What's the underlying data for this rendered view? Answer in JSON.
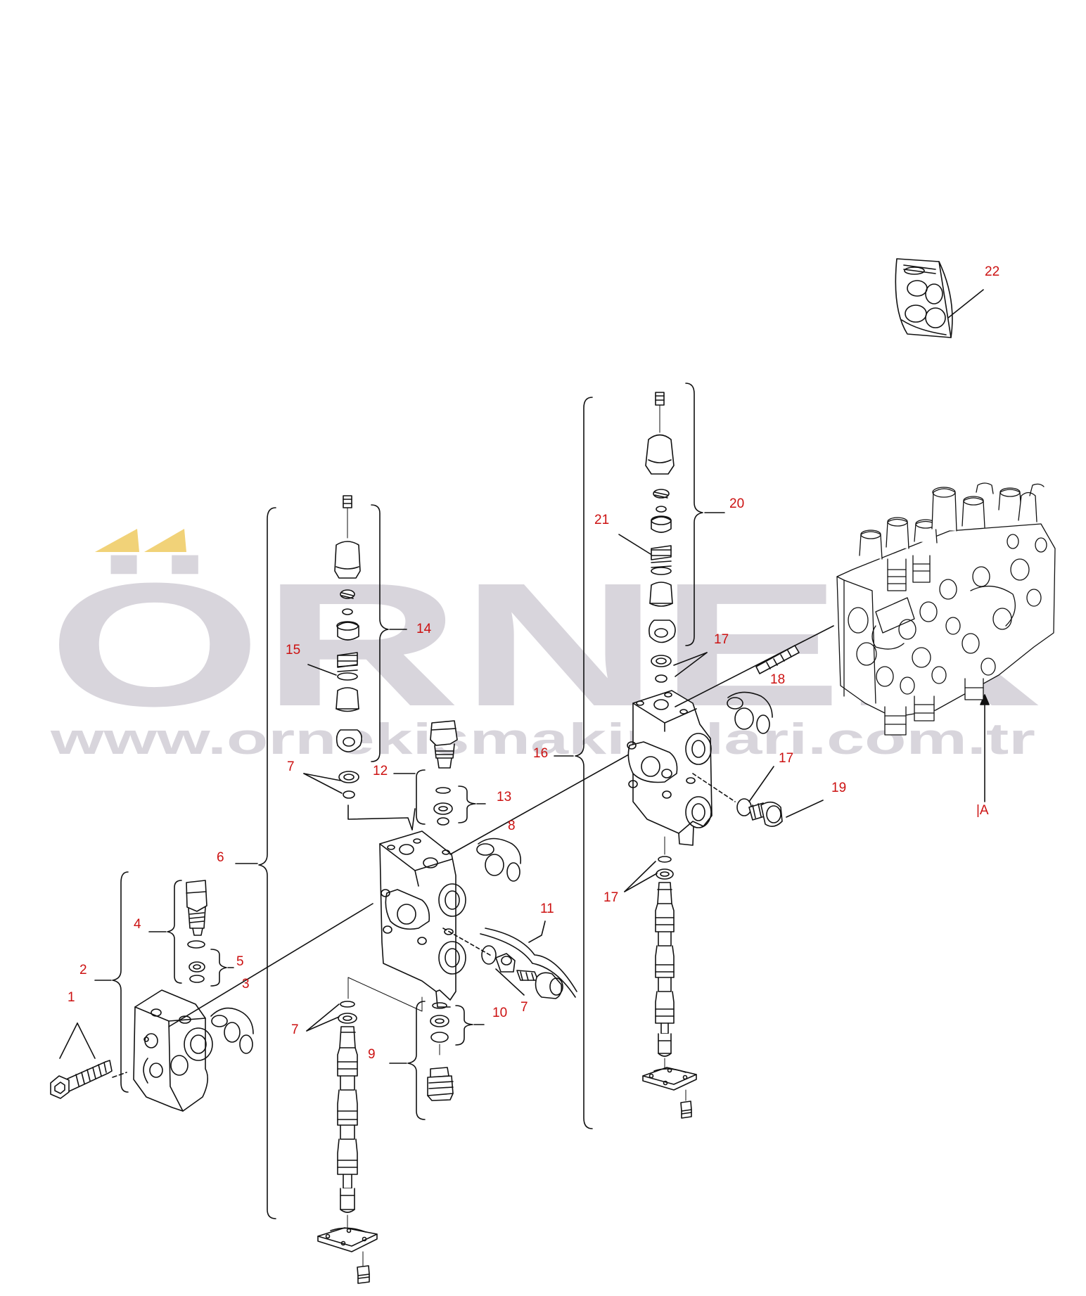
{
  "colors": {
    "callout": "#cc1111",
    "line": "#111111",
    "watermark": "#d8d5dc",
    "watermark_accent": "#f1d278",
    "background": "#ffffff"
  },
  "watermark": {
    "brand": "ÖRNEK",
    "url": "www.ornekismakinalari.com.tr"
  },
  "assembly_label": "|A",
  "callouts": {
    "c1": "1",
    "c2": "2",
    "c3": "3",
    "c4": "4",
    "c5": "5",
    "c6": "6",
    "c7a": "7",
    "c7b": "7",
    "c7c": "7",
    "c8": "8",
    "c9": "9",
    "c10": "10",
    "c11": "11",
    "c12": "12",
    "c13": "13",
    "c14": "14",
    "c15": "15",
    "c16": "16",
    "c17a": "17",
    "c17b": "17",
    "c17c": "17",
    "c18": "18",
    "c19": "19",
    "c20": "20",
    "c21": "21",
    "c22": "22"
  }
}
